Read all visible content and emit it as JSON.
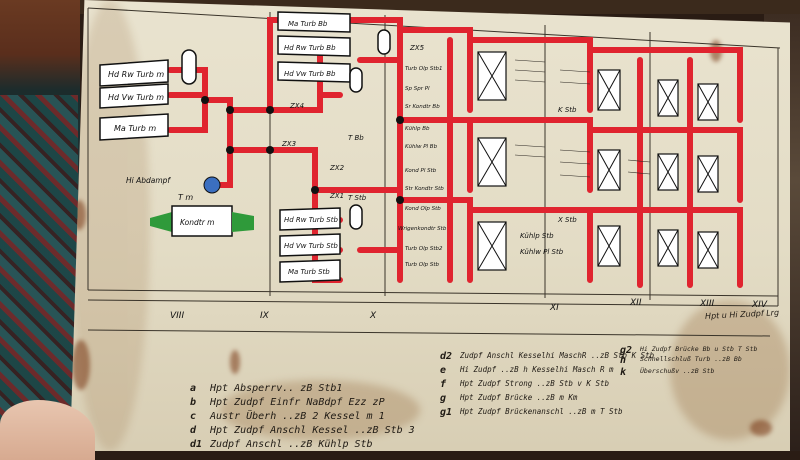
{
  "board": {
    "turbine_boxes": [
      "Hd Rw Turb m",
      "Hd Vw Turb m",
      "Ma Turb m"
    ],
    "turbine_boxes_center_top": [
      "Ma Turb Bb",
      "Hd Rw Turb Bb",
      "Hd Vw Turb Bb"
    ],
    "turbine_boxes_center_bottom": [
      "Hd Rw Turb Stb",
      "Hd Vw Turb Stb",
      "Ma Turb Stb"
    ],
    "left_labels": {
      "abdampf": "Hi Abdampf",
      "tm": "T m",
      "kondensator": "Kondtr m"
    },
    "column_labels": [
      "Turb Olp Stb1",
      "Sp Spr Pl",
      "Sr Kondtr Bb",
      "Kühlp Bb",
      "Kühlw Pl Bb",
      "Kond Pl Stb",
      "Str Kondtr Stb",
      "Kond Olp Stb",
      "Wrigenkondtr Stb",
      "Turb Olp Stb2",
      "Turb Olp Stb"
    ],
    "section_labels": [
      "T Bb",
      "T Stb",
      "X Stb",
      "K Stb",
      "Kühlp Stb",
      "Kühlw Pl Stb"
    ],
    "junction_tags": [
      "ZX4",
      "ZX3",
      "ZX2",
      "ZX1",
      "ZX5"
    ],
    "roman_numerals": [
      "VIII",
      "IX",
      "X",
      "XI",
      "XII",
      "XIII",
      "XIV"
    ],
    "caption": "Hpt u Hi Zudpf Lrg"
  },
  "legend": {
    "col1": [
      {
        "key": "a",
        "text": "Hpt Absperrv.. zB Stb1"
      },
      {
        "key": "b",
        "text": "Hpt Zudpf Einfr NaBdpf Ezz zP"
      },
      {
        "key": "c",
        "text": "Austr Überh ..zB 2 Kessel m 1"
      },
      {
        "key": "d",
        "text": "Hpt Zudpf Anschl Kessel ..zB Stb 3"
      },
      {
        "key": "d1",
        "text": "Zudpf Anschl ..zB Kühlp Stb"
      }
    ],
    "col2": [
      {
        "key": "d2",
        "text": "Zudpf Anschl Kesselhi MaschR ..zB Stb K Stb"
      },
      {
        "key": "e",
        "text": "Hi Zudpf ..zB h Kesselhi Masch R m"
      },
      {
        "key": "f",
        "text": "Hpt Zudpf Strong ..zB Stb v K Stb"
      },
      {
        "key": "g",
        "text": "Hpt Zudpf Brücke ..zB m Km"
      },
      {
        "key": "g1",
        "text": "Hpt Zudpf Brückenanschl ..zB m T Stb"
      }
    ],
    "col3": [
      {
        "key": "g2",
        "text": "Hi Zudpf Brücke Bb u Stb T Stb"
      },
      {
        "key": "h",
        "text": "Schnellschluß Turb ..zB Bb"
      },
      {
        "key": "k",
        "text": "Überschußv ..zB Stb"
      }
    ]
  },
  "colors": {
    "pipe_red": "#e0242f",
    "board": "#e6dfc8",
    "ink": "#1f1a14",
    "steam_blue": "#3b6fc0",
    "water_green": "#2f9a3a"
  }
}
